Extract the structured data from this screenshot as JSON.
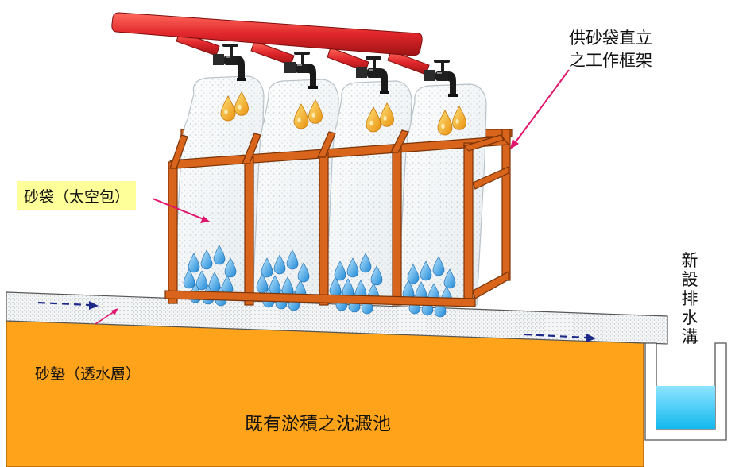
{
  "labels": {
    "sandbag": "砂袋（太空包）",
    "frame": "供砂袋直立之工作框架",
    "drain_ditch": "新設排水溝",
    "sand_cushion": "砂墊（透水層）",
    "pond": "既有淤積之沈澱池"
  },
  "colors": {
    "pipe": "#e0262b",
    "frame": "#d9651c",
    "soil": "#ffa31a",
    "water": "#2bc6f2",
    "drop": "#3aa8e8",
    "flame": "#f5a623",
    "arrow": "#1e2a8a",
    "pointer": "#e0156b",
    "bag_label_bg": "#ffff99"
  },
  "icons": {
    "faucet": "faucet-icon",
    "drop": "water-drop-icon",
    "flame": "inflow-drop-icon"
  },
  "bags": {
    "count": 4
  }
}
